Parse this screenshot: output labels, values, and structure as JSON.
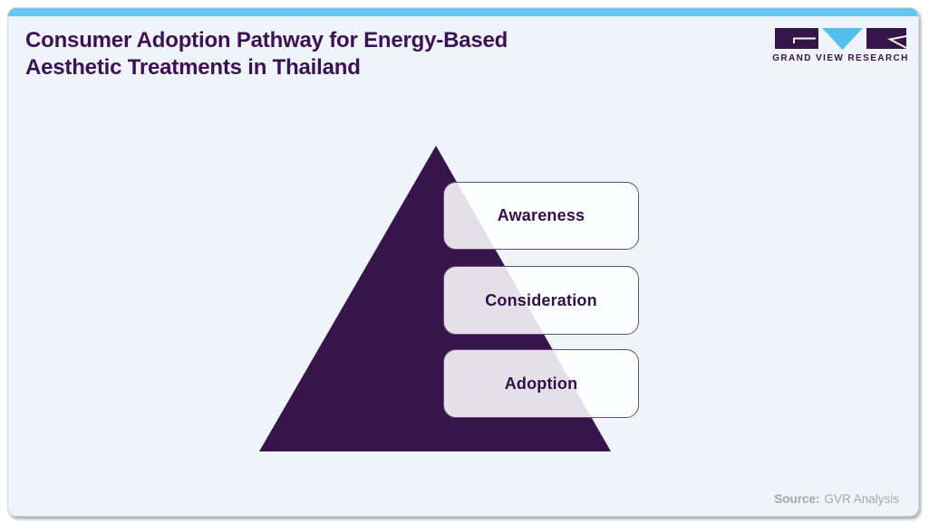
{
  "header": {
    "title": "Consumer Adoption Pathway for Energy-Based Aesthetic Treatments in Thailand",
    "title_color": "#3d1254"
  },
  "logo": {
    "wordmark": "GRAND VIEW RESEARCH",
    "purple": "#371449",
    "blue": "#52c0ea"
  },
  "theme": {
    "card_background": "#eef4f9",
    "topbar_color": "#66c6ef",
    "pyramid_color": "#371449",
    "stage_border_color": "#6b4a80",
    "stage_text_color": "#31104a"
  },
  "pyramid": {
    "stages": [
      {
        "label": "Awareness"
      },
      {
        "label": "Consideration"
      },
      {
        "label": "Adoption"
      }
    ]
  },
  "footer": {
    "source_label": "Source:",
    "source_value": "GVR Analysis"
  }
}
